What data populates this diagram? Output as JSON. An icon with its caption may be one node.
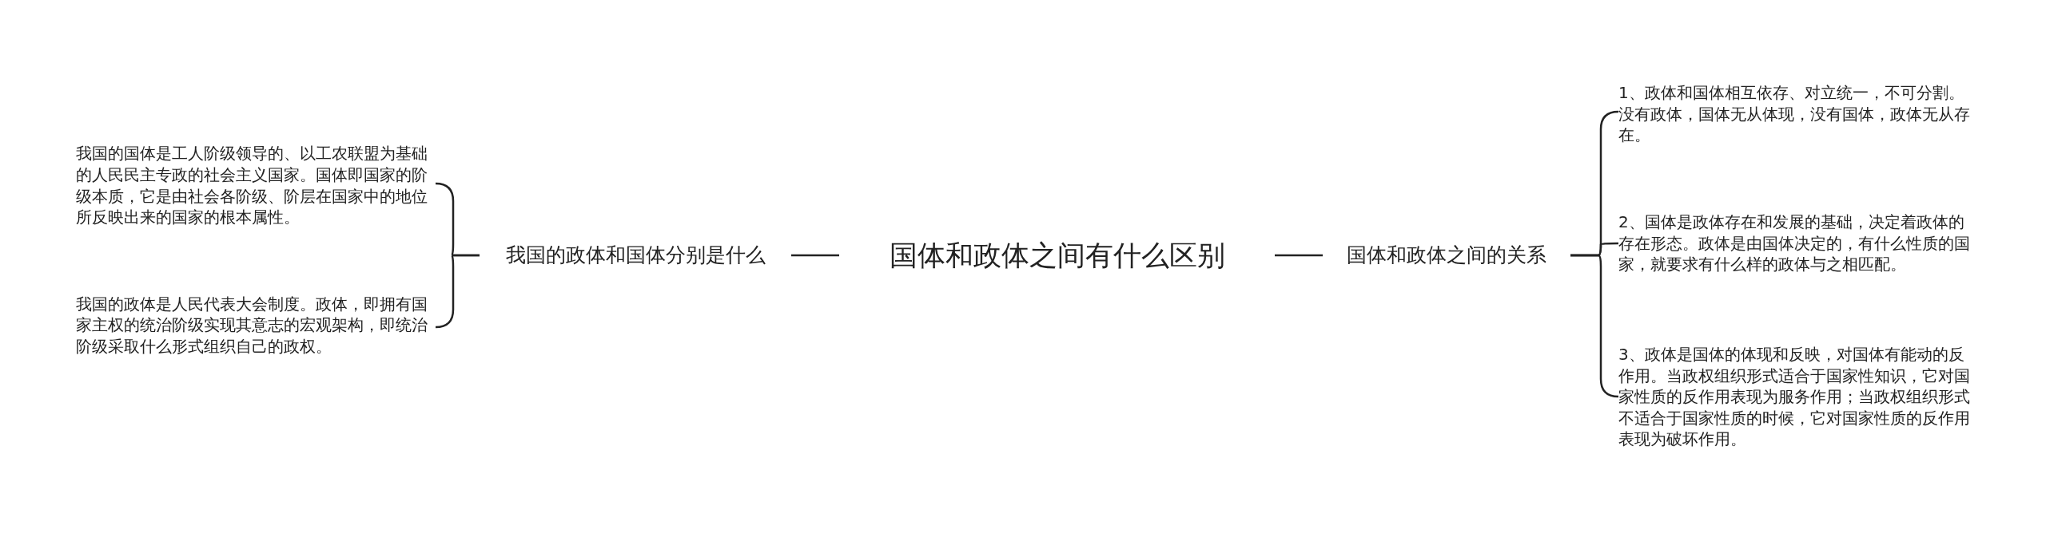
{
  "diagram": {
    "nodes": [
      {
        "text": [
          "国体和政体之间有什么区别"
        ]
      },
      {
        "text": [
          "我国的政体和国体分别是什么"
        ]
      },
      {
        "text": [
          "国体和政体之间的关系"
        ]
      },
      {
        "text": [
          "我国的国体是工人阶级领导的、以工农联盟为基础的人民民主专政的社会主义国家。国体即国家的阶级本质，它是由社会各阶级、阶层在国家中的地位所反映出来的国家的根本属性。"
        ]
      },
      {
        "text": [
          "我国的政体是人民代表大会制度。政体，即拥有国家主权的统治阶级实现其意志的宏观架构，即统治阶级采取什么形式组织自己的政权。"
        ]
      },
      {
        "text": [
          "1、政体和国体相互依存、对立统一，不可分割。没有政体，国体无从体现，没有国体，政体无从存在。"
        ]
      },
      {
        "text": [
          "2、国体是政体存在和发展的基础，决定着政体的存在形态。政体是由国体决定的，有什么性质的国家，就要求有什么样的政体与之相匹配。"
        ]
      },
      {
        "text": [
          "3、政体是国体的体现和反映，对国体有能动的反作用。当政权组织形式适合于国家性知识，它对国家性质的反作用表现为服务作用；当政权组织形式不适合于国家性质的时候，它对国家性质的反作用表现为破坏作用。"
        ]
      }
    ],
    "edges": [
      {
        "from": 0,
        "to": 1,
        "arrow": "none"
      },
      {
        "from": 0,
        "to": 2,
        "arrow": "none"
      },
      {
        "from": 1,
        "to": 3,
        "arrow": "none"
      },
      {
        "from": 1,
        "to": 4,
        "arrow": "none"
      },
      {
        "from": 2,
        "to": 5,
        "arrow": "none"
      },
      {
        "from": 2,
        "to": 6,
        "arrow": "none"
      },
      {
        "from": 2,
        "to": 7,
        "arrow": "none"
      }
    ]
  }
}
